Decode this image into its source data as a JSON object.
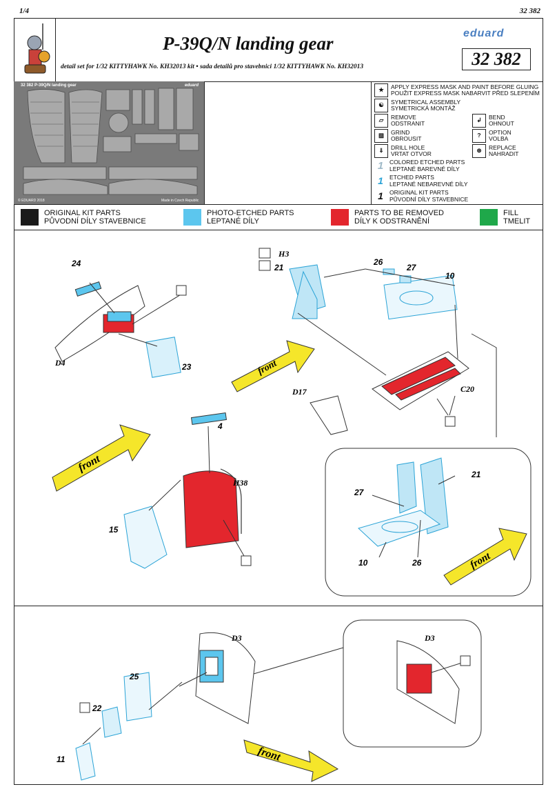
{
  "page": {
    "number": "1/4",
    "code_top": "32 382"
  },
  "header": {
    "title": "P-39Q/N landing gear",
    "subtitle": "detail set for 1/32  KITTYHAWK  No. KH32013 kit • sada detailů pro stavebnici 1/32  KITTYHAWK  No. KH32013",
    "brand": "eduard",
    "product_code": "32 382"
  },
  "fret": {
    "label": "32 382  P-39Q/N landing gear",
    "brand": "eduard",
    "copyright": "© EDUARD 2018",
    "made_in": "Made in Czech Republic"
  },
  "legend": {
    "express_mask": [
      "APPLY EXPRESS MASK AND PAINT BEFORE GLUING",
      "POUŽIT EXPRESS MASK NABARVIT PŘED SLEPENÍM"
    ],
    "symmetrical": [
      "SYMETRICAL ASSEMBLY",
      "SYMETRICKÁ MONTÁŽ"
    ],
    "remove": [
      "REMOVE",
      "ODSTRANIT"
    ],
    "bend": [
      "BEND",
      "OHNOUT"
    ],
    "grind": [
      "GRIND",
      "OBROUSIT"
    ],
    "option": [
      "OPTION",
      "VOLBA"
    ],
    "drill": [
      "DRILL HOLE",
      "VRTAT OTVOR"
    ],
    "replace": [
      "REPLACE",
      "NAHRADIT"
    ],
    "colored_etched": [
      "COLORED ETCHED PARTS",
      "LEPTANÉ BAREVNÉ DÍLY"
    ],
    "etched": [
      "ETCHED PARTS",
      "LEPTANÉ NEBAREVNÉ DÍLY"
    ],
    "original_kit": [
      "ORIGINAL KIT PARTS",
      "PŮVODNÍ DÍLY STAVEBNICE"
    ],
    "one": "1",
    "option_mark": "?"
  },
  "color_key": [
    {
      "line1": "ORIGINAL KIT PARTS",
      "line2": "PŮVODNÍ DÍLY STAVEBNICE",
      "color": "#1a1a1a"
    },
    {
      "line1": "PHOTO-ETCHED PARTS",
      "line2": "LEPTANÉ DÍLY",
      "color": "#5cc6ee"
    },
    {
      "line1": "PARTS TO BE REMOVED",
      "line2": "DÍLY K ODSTRANĚNÍ",
      "color": "#e3262d"
    },
    {
      "line1": "FILL",
      "line2": "TMELIT",
      "color": "#1fa84a"
    }
  ],
  "step1": {
    "parts": {
      "p24": "24",
      "p23": "23",
      "p4": "4",
      "p15": "15",
      "p21": "21",
      "p26": "26",
      "p27": "27",
      "p10": "10",
      "i21": "21",
      "i27": "27",
      "i26": "26",
      "i10": "10"
    },
    "kit": {
      "d4": "D4",
      "h38": "H38",
      "d17": "D17",
      "c20": "C20",
      "h3": "H3"
    },
    "front": "front"
  },
  "step2": {
    "parts": {
      "p25": "25",
      "p22": "22",
      "p11": "11"
    },
    "kit": {
      "d3": "D3",
      "d3i": "D3"
    },
    "front": "front"
  }
}
